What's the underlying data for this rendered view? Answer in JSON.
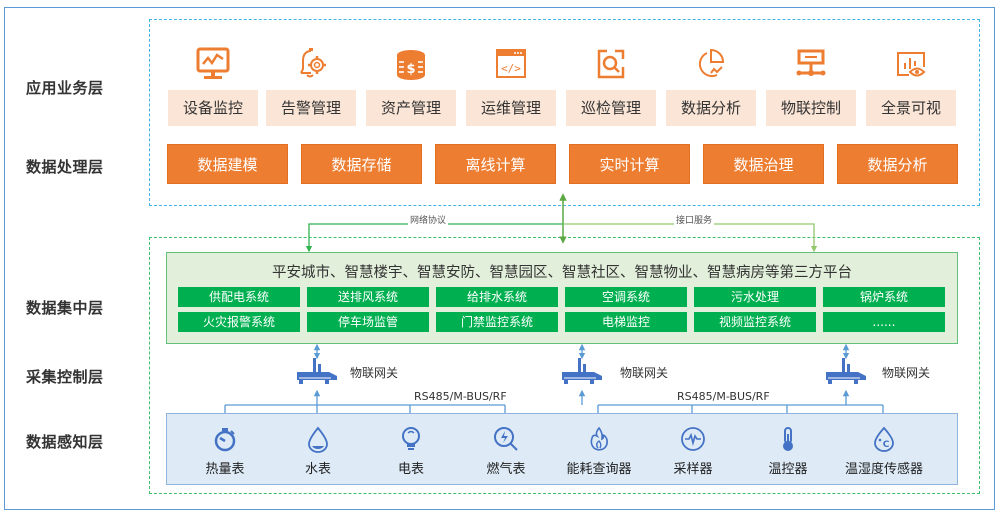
{
  "layers": [
    {
      "id": "app",
      "label": "应用业务层"
    },
    {
      "id": "proc",
      "label": "数据处理层"
    },
    {
      "id": "central",
      "label": "数据集中层"
    },
    {
      "id": "collect",
      "label": "采集控制层"
    },
    {
      "id": "sense",
      "label": "数据感知层"
    }
  ],
  "app_layer": {
    "items": [
      {
        "label": "设备监控",
        "icon": "monitor-chart-icon"
      },
      {
        "label": "告警管理",
        "icon": "bell-gear-icon"
      },
      {
        "label": "资产管理",
        "icon": "coin-stack-icon"
      },
      {
        "label": "运维管理",
        "icon": "code-window-icon"
      },
      {
        "label": "巡检管理",
        "icon": "inspect-search-icon"
      },
      {
        "label": "数据分析",
        "icon": "pie-chart-icon"
      },
      {
        "label": "物联控制",
        "icon": "network-node-icon"
      },
      {
        "label": "全景可视",
        "icon": "dashboard-eye-icon"
      }
    ]
  },
  "proc_layer": {
    "items": [
      "数据建模",
      "数据存储",
      "离线计算",
      "实时计算",
      "数据治理",
      "数据分析"
    ]
  },
  "connectors": {
    "left_label": "网络协议",
    "right_label": "接口服务"
  },
  "central_layer": {
    "title": "平安城市、智慧楼宇、智慧安防、智慧园区、智慧社区、智慧物业、智慧病房等第三方平台",
    "systems": [
      [
        "供配电系统",
        "送排风系统",
        "给排水系统",
        "空调系统",
        "污水处理",
        "锅炉系统"
      ],
      [
        "火灾报警系统",
        "停车场监管",
        "门禁监控系统",
        "电梯监控",
        "视频监控系统",
        "......"
      ]
    ]
  },
  "collect_layer": {
    "gateway_label": "物联网关",
    "bus_label": "RS485/M-BUS/RF"
  },
  "sense_layer": {
    "items": [
      {
        "label": "热量表",
        "icon": "stopwatch-icon"
      },
      {
        "label": "水表",
        "icon": "water-drop-icon"
      },
      {
        "label": "电表",
        "icon": "light-bulb-icon"
      },
      {
        "label": "燃气表",
        "icon": "gas-search-icon"
      },
      {
        "label": "能耗查询器",
        "icon": "flame-icon"
      },
      {
        "label": "采样器",
        "icon": "pulse-circle-icon"
      },
      {
        "label": "温控器",
        "icon": "thermometer-icon"
      },
      {
        "label": "温湿度传感器",
        "icon": "humidity-drop-icon"
      }
    ]
  },
  "colors": {
    "orange": "#ed7d31",
    "light_orange": "#fbe5d6",
    "green": "#00b050",
    "light_green": "#e2efda",
    "blue": "#4472c4",
    "light_blue": "#deebf7",
    "dashed_blue": "#3fb5e6",
    "dashed_green": "#3cbf6a"
  }
}
